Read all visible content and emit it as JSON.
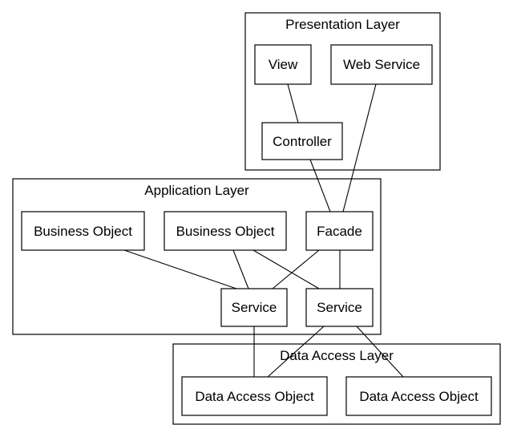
{
  "clusters": {
    "presentation": "Presentation Layer",
    "application": "Application Layer",
    "data_access": "Data Access Layer"
  },
  "nodes": {
    "view": "View",
    "web_service": "Web Service",
    "controller": "Controller",
    "business_object_1": "Business Object",
    "business_object_2": "Business Object",
    "facade": "Facade",
    "service_1": "Service",
    "service_2": "Service",
    "dao_1": "Data Access Object",
    "dao_2": "Data Access Object"
  },
  "edges": [
    {
      "from": "view",
      "to": "controller"
    },
    {
      "from": "controller",
      "to": "facade"
    },
    {
      "from": "web_service",
      "to": "facade"
    },
    {
      "from": "business_object_1",
      "to": "service_1"
    },
    {
      "from": "business_object_2",
      "to": "service_1"
    },
    {
      "from": "business_object_2",
      "to": "service_2"
    },
    {
      "from": "facade",
      "to": "service_1"
    },
    {
      "from": "facade",
      "to": "service_2"
    },
    {
      "from": "service_1",
      "to": "dao_1"
    },
    {
      "from": "service_2",
      "to": "dao_1"
    },
    {
      "from": "service_2",
      "to": "dao_2"
    }
  ]
}
